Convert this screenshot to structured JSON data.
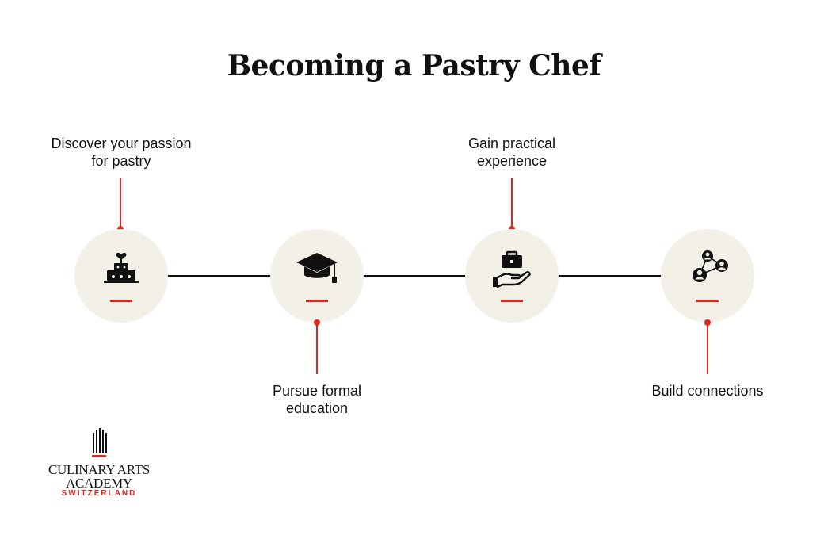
{
  "title": "Becoming a Pastry Chef",
  "steps": [
    {
      "label_line1": "Discover your passion",
      "label_line2": "for pastry",
      "icon": "cake-icon",
      "label_position": "top"
    },
    {
      "label_line1": "Pursue formal",
      "label_line2": "education",
      "icon": "graduation-cap-icon",
      "label_position": "bottom"
    },
    {
      "label_line1": "Gain practical",
      "label_line2": "experience",
      "icon": "briefcase-hand-icon",
      "label_position": "top"
    },
    {
      "label_line1": "Build connections",
      "label_line2": "",
      "icon": "network-people-icon",
      "label_position": "bottom"
    }
  ],
  "logo": {
    "line1": "CULINARY ARTS",
    "line2": "ACADEMY",
    "line3": "SWITZERLAND"
  },
  "colors": {
    "accent": "#e0251b",
    "circle": "#f3f0e8",
    "ink": "#111111"
  }
}
